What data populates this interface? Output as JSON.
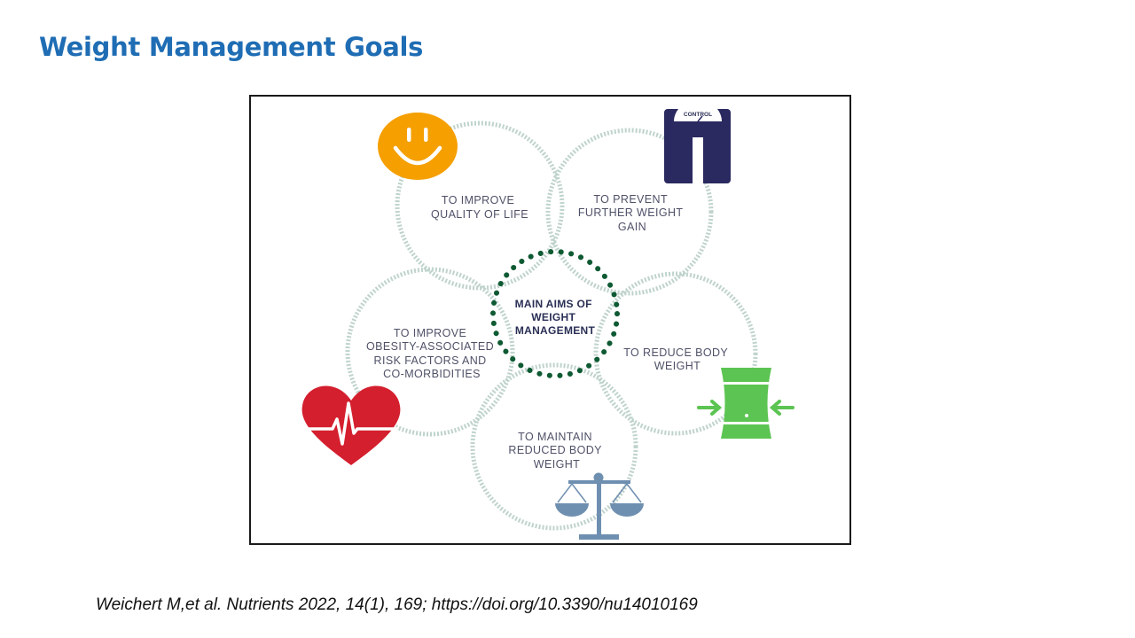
{
  "title": "Weight Management Goals",
  "diagram": {
    "center": {
      "lines": [
        "MAIN AIMS OF",
        "WEIGHT",
        "MANAGEMENT"
      ]
    },
    "goals": {
      "quality_of_life": {
        "lines": [
          "TO IMPROVE",
          "QUALITY OF LIFE"
        ],
        "icon": "smiley-face-icon"
      },
      "prevent_gain": {
        "lines": [
          "TO PREVENT",
          "FURTHER WEIGHT",
          "GAIN"
        ],
        "icon": "scale-control-icon",
        "icon_text": "CONTROL"
      },
      "reduce_weight": {
        "lines": [
          "TO REDUCE BODY",
          "WEIGHT"
        ],
        "icon": "waist-shrink-icon"
      },
      "maintain_weight": {
        "lines": [
          "TO MAINTAIN",
          "REDUCED BODY",
          "WEIGHT"
        ],
        "icon": "balance-scale-icon"
      },
      "risk_factors": {
        "lines": [
          "TO IMPROVE",
          "OBESITY-ASSOCIATED",
          "RISK FACTORS AND",
          "CO-MORBIDITIES"
        ],
        "icon": "heart-pulse-icon"
      }
    },
    "colors": {
      "smiley": "#f59f00",
      "scale": "#2a2960",
      "waist": "#5cc452",
      "balance": "#6f8fb1",
      "heart": "#d41f2e",
      "center_dots": "#0e5a33",
      "rings": "#bfd3cc"
    }
  },
  "citation": "Weichert M,et al. Nutrients 2022, 14(1), 169; https://doi.org/10.3390/nu14010169"
}
